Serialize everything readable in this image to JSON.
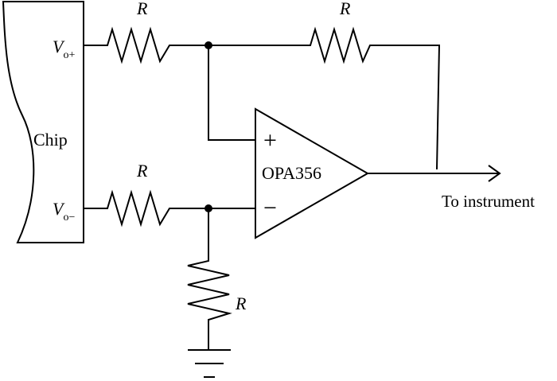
{
  "diagram": {
    "chip_label": "Chip",
    "pin_top": {
      "symbol": "V",
      "subscript": "o+"
    },
    "pin_bottom": {
      "symbol": "V",
      "subscript": "o−"
    },
    "resistors": {
      "r_in_top": "R",
      "r_feedback": "R",
      "r_in_bottom": "R",
      "r_ground": "R"
    },
    "opamp": {
      "name": "OPA356",
      "plus_sign": "+",
      "minus_sign": "−"
    },
    "output_label": "To instrument"
  }
}
